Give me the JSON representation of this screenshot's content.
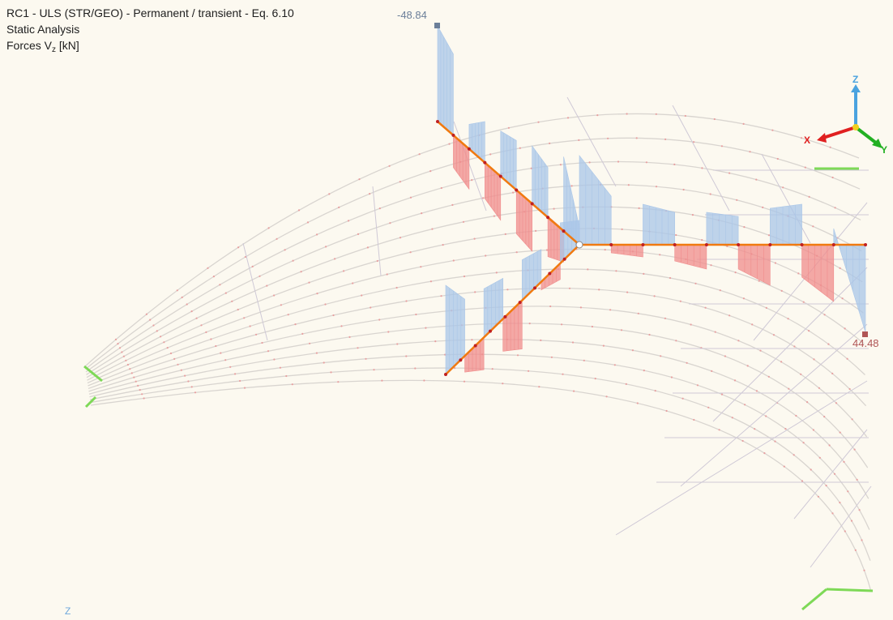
{
  "info": {
    "load_combination": "RC1 - ULS (STR/GEO) - Permanent / transient - Eq. 6.10",
    "analysis_type": "Static Analysis",
    "result_prefix": "Forces V",
    "result_subscript": "z",
    "result_unit": "[kN]"
  },
  "extremes": {
    "min_label": "-48.84",
    "max_label": "44.48"
  },
  "axes": {
    "z": "Z",
    "x": "X",
    "y": "Y",
    "bottom_marker": "Z"
  },
  "colors": {
    "background": "#fcf9f0",
    "mesh_lines": "#d9d5d0",
    "mesh_nodes": "#e8a0a0",
    "negative_fill": "#a9c6e8",
    "positive_fill": "#f08c8c",
    "beam_line": "#f07a10",
    "support": "#7ed957",
    "axis_x": "#e02020",
    "axis_y": "#22b022",
    "axis_z": "#4aa3df"
  }
}
